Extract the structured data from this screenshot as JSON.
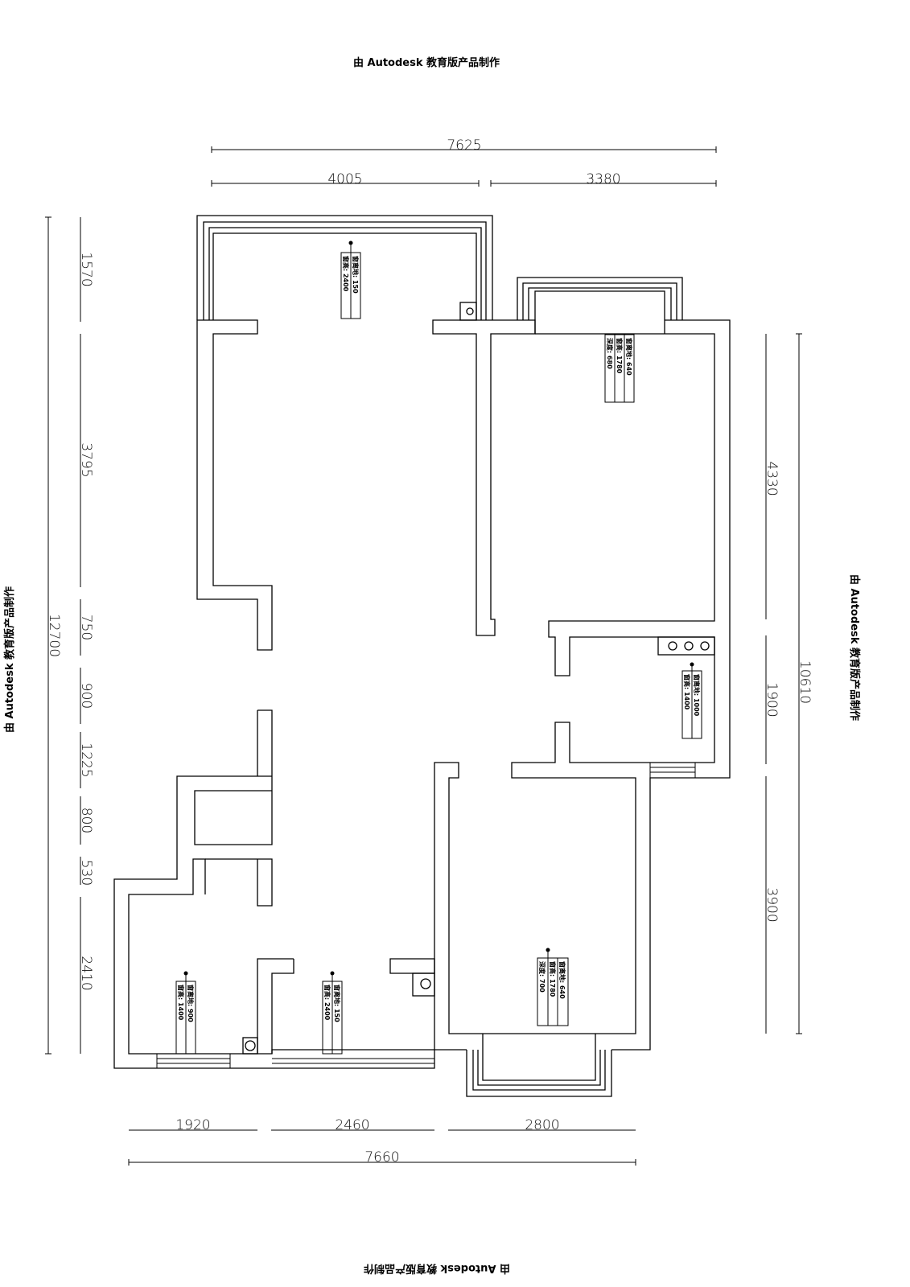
{
  "watermark": "由 Autodesk 教育版产品制作",
  "dimensions": {
    "top_total": "7625",
    "top": [
      "4005",
      "3380"
    ],
    "left_total": "12700",
    "left": [
      "1570",
      "3795",
      "750",
      "900",
      "1225",
      "800",
      "530",
      "2410"
    ],
    "right_total": "10610",
    "right": [
      "4330",
      "1900",
      "3900"
    ],
    "bottom": [
      "1920",
      "2460",
      "2800"
    ],
    "bottom_total": "7660"
  },
  "window_tags": [
    {
      "lines": [
        "窗离地: 150",
        "窗高: 2400"
      ]
    },
    {
      "lines": [
        "窗离地: 640",
        "窗高: 1780",
        "深度: 680"
      ]
    },
    {
      "lines": [
        "窗离地: 1000",
        "窗高: 1400"
      ]
    },
    {
      "lines": [
        "窗离地: 640",
        "窗高: 1780",
        "深度: 700"
      ]
    },
    {
      "lines": [
        "窗离地: 900",
        "窗高: 1400"
      ]
    },
    {
      "lines": [
        "窗离地: 150",
        "窗高: 2400"
      ]
    }
  ]
}
